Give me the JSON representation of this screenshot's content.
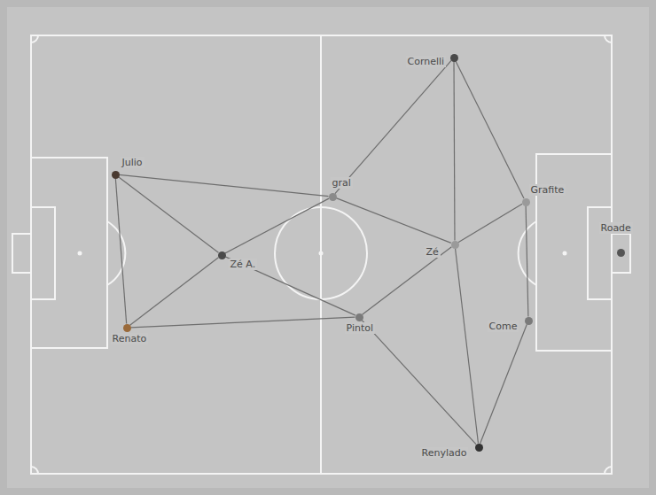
{
  "diagram": {
    "nodes": [
      {
        "text": [
          "Julio"
        ]
      },
      {
        "text": [
          "Renato"
        ]
      },
      {
        "text": [
          "Zé A."
        ]
      },
      {
        "text": [
          "gral"
        ]
      },
      {
        "text": [
          "Pintol"
        ]
      },
      {
        "text": [
          "Zé"
        ]
      },
      {
        "text": [
          "Cornelli"
        ]
      },
      {
        "text": [
          "Grafite"
        ]
      },
      {
        "text": [
          "Come"
        ]
      },
      {
        "text": [
          "Renylado"
        ]
      },
      {
        "text": [
          "Roade"
        ]
      }
    ],
    "edges": [
      {
        "from": 0,
        "to": 1,
        "arrow": "none"
      },
      {
        "from": 0,
        "to": 3,
        "arrow": "none"
      },
      {
        "from": 0,
        "to": 2,
        "arrow": "none"
      },
      {
        "from": 2,
        "to": 1,
        "arrow": "none"
      },
      {
        "from": 2,
        "to": 3,
        "arrow": "none"
      },
      {
        "from": 1,
        "to": 4,
        "arrow": "none"
      },
      {
        "from": 2,
        "to": 4,
        "arrow": "none"
      },
      {
        "from": 3,
        "to": 6,
        "arrow": "none"
      },
      {
        "from": 3,
        "to": 5,
        "arrow": "none"
      },
      {
        "from": 4,
        "to": 5,
        "arrow": "none"
      },
      {
        "from": 4,
        "to": 9,
        "arrow": "none"
      },
      {
        "from": 6,
        "to": 7,
        "arrow": "none"
      },
      {
        "from": 6,
        "to": 5,
        "arrow": "none"
      },
      {
        "from": 5,
        "to": 7,
        "arrow": "none"
      },
      {
        "from": 5,
        "to": 9,
        "arrow": "none"
      },
      {
        "from": 7,
        "to": 8,
        "arrow": "none"
      },
      {
        "from": 8,
        "to": 9,
        "arrow": "none"
      }
    ]
  }
}
